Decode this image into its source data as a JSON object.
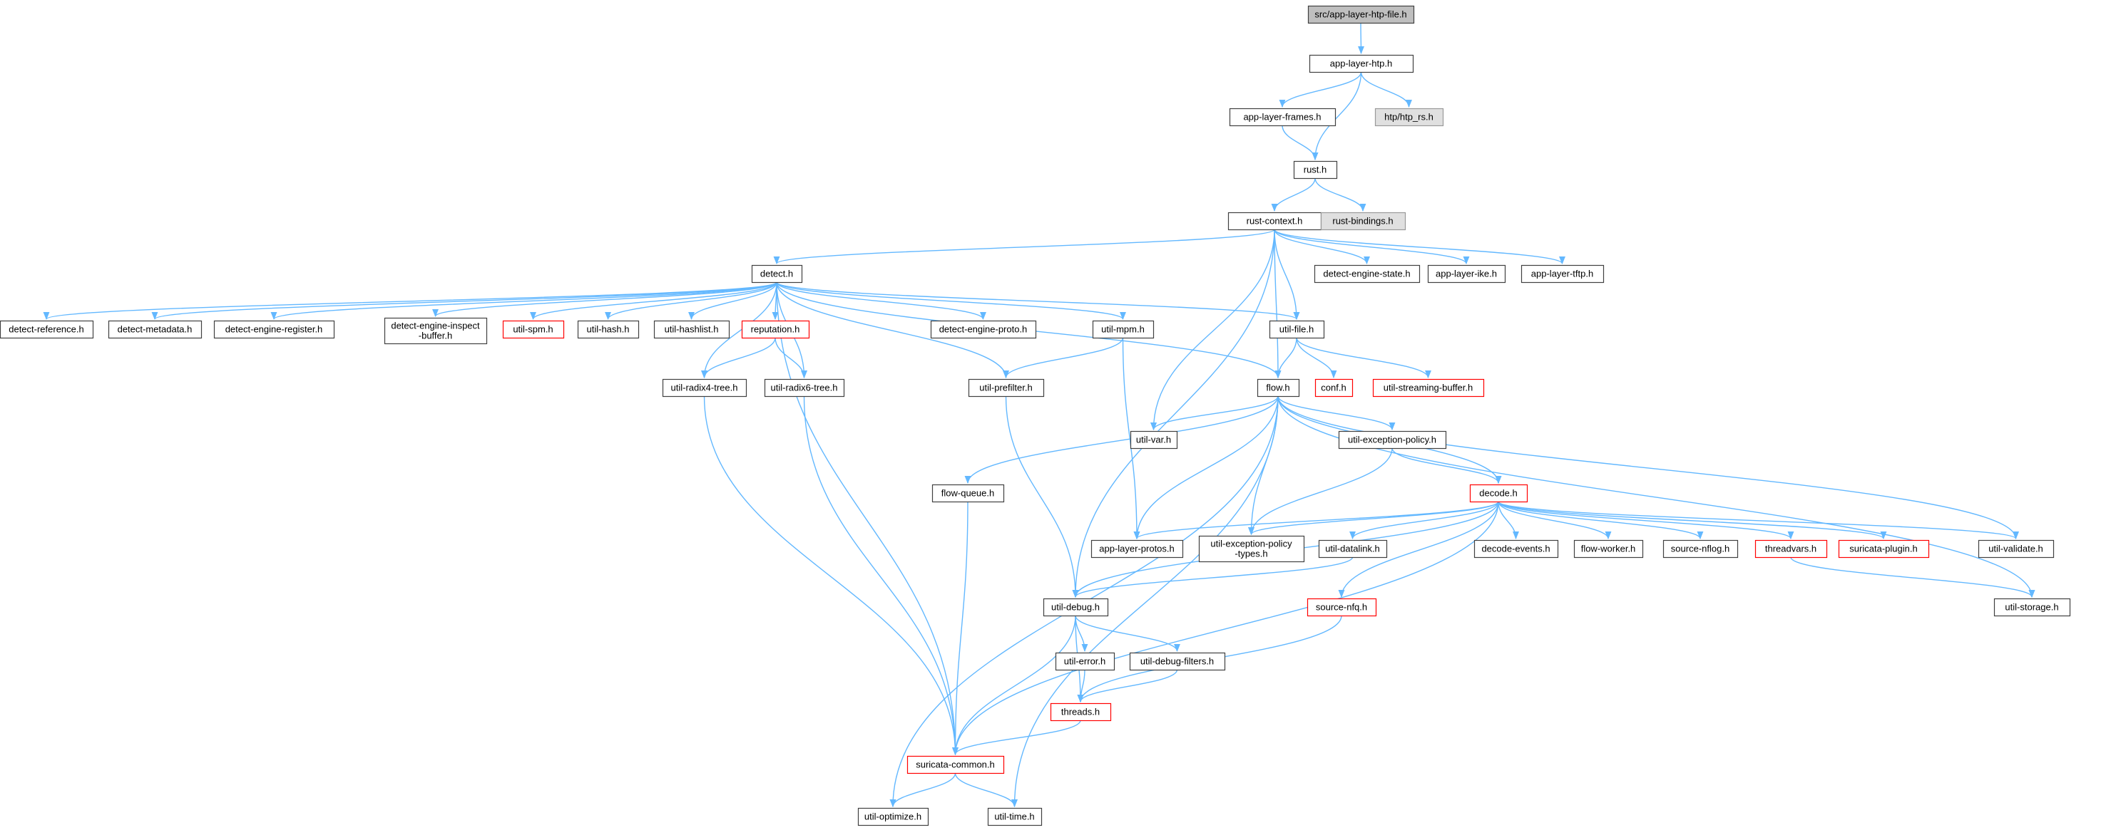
{
  "graph": {
    "styles": {
      "root": {
        "fill": "#bfbfbf",
        "stroke": "#404040"
      },
      "normal": {
        "fill": "#ffffff",
        "stroke": "#404040"
      },
      "ext": {
        "fill": "#e0e0e0",
        "stroke": "#999999"
      },
      "trunc": {
        "fill": "#ffffff",
        "stroke": "#ff0000"
      },
      "edge": "#63b8ff"
    },
    "nodes": [
      {
        "id": "root",
        "lines": [
          "src/app-layer-htp-file.h"
        ],
        "style": "root"
      },
      {
        "id": "htp",
        "lines": [
          "app-layer-htp.h"
        ],
        "style": "normal"
      },
      {
        "id": "frames",
        "lines": [
          "app-layer-frames.h"
        ],
        "style": "normal"
      },
      {
        "id": "htprs",
        "lines": [
          "htp/htp_rs.h"
        ],
        "style": "ext"
      },
      {
        "id": "rust",
        "lines": [
          "rust.h"
        ],
        "style": "normal"
      },
      {
        "id": "rustctx",
        "lines": [
          "rust-context.h"
        ],
        "style": "normal"
      },
      {
        "id": "rustbind",
        "lines": [
          "rust-bindings.h"
        ],
        "style": "ext"
      },
      {
        "id": "detect",
        "lines": [
          "detect.h"
        ],
        "style": "normal"
      },
      {
        "id": "destate",
        "lines": [
          "detect-engine-state.h"
        ],
        "style": "normal"
      },
      {
        "id": "ike",
        "lines": [
          "app-layer-ike.h"
        ],
        "style": "normal"
      },
      {
        "id": "tftp",
        "lines": [
          "app-layer-tftp.h"
        ],
        "style": "normal"
      },
      {
        "id": "dref",
        "lines": [
          "detect-reference.h"
        ],
        "style": "normal"
      },
      {
        "id": "dmeta",
        "lines": [
          "detect-metadata.h"
        ],
        "style": "normal"
      },
      {
        "id": "dereg",
        "lines": [
          "detect-engine-register.h"
        ],
        "style": "normal"
      },
      {
        "id": "deib",
        "lines": [
          "detect-engine-inspect",
          "-buffer.h"
        ],
        "style": "normal"
      },
      {
        "id": "spm",
        "lines": [
          "util-spm.h"
        ],
        "style": "trunc"
      },
      {
        "id": "uhash",
        "lines": [
          "util-hash.h"
        ],
        "style": "normal"
      },
      {
        "id": "uhashlist",
        "lines": [
          "util-hashlist.h"
        ],
        "style": "normal"
      },
      {
        "id": "reput",
        "lines": [
          "reputation.h"
        ],
        "style": "trunc"
      },
      {
        "id": "deproto",
        "lines": [
          "detect-engine-proto.h"
        ],
        "style": "normal"
      },
      {
        "id": "mpm",
        "lines": [
          "util-mpm.h"
        ],
        "style": "normal"
      },
      {
        "id": "ufile",
        "lines": [
          "util-file.h"
        ],
        "style": "normal"
      },
      {
        "id": "rad4",
        "lines": [
          "util-radix4-tree.h"
        ],
        "style": "normal"
      },
      {
        "id": "rad6",
        "lines": [
          "util-radix6-tree.h"
        ],
        "style": "normal"
      },
      {
        "id": "prefilter",
        "lines": [
          "util-prefilter.h"
        ],
        "style": "normal"
      },
      {
        "id": "flow",
        "lines": [
          "flow.h"
        ],
        "style": "normal"
      },
      {
        "id": "conf",
        "lines": [
          "conf.h"
        ],
        "style": "trunc"
      },
      {
        "id": "stream",
        "lines": [
          "util-streaming-buffer.h"
        ],
        "style": "trunc"
      },
      {
        "id": "uvar",
        "lines": [
          "util-var.h"
        ],
        "style": "normal"
      },
      {
        "id": "excpol",
        "lines": [
          "util-exception-policy.h"
        ],
        "style": "normal"
      },
      {
        "id": "flowq",
        "lines": [
          "flow-queue.h"
        ],
        "style": "normal"
      },
      {
        "id": "decode",
        "lines": [
          "decode.h"
        ],
        "style": "trunc"
      },
      {
        "id": "alprotos",
        "lines": [
          "app-layer-protos.h"
        ],
        "style": "normal"
      },
      {
        "id": "exptypes",
        "lines": [
          "util-exception-policy",
          "-types.h"
        ],
        "style": "normal"
      },
      {
        "id": "datalink",
        "lines": [
          "util-datalink.h"
        ],
        "style": "normal"
      },
      {
        "id": "devents",
        "lines": [
          "decode-events.h"
        ],
        "style": "normal"
      },
      {
        "id": "fworker",
        "lines": [
          "flow-worker.h"
        ],
        "style": "normal"
      },
      {
        "id": "nflog",
        "lines": [
          "source-nflog.h"
        ],
        "style": "normal"
      },
      {
        "id": "tvars",
        "lines": [
          "threadvars.h"
        ],
        "style": "trunc"
      },
      {
        "id": "plugin",
        "lines": [
          "suricata-plugin.h"
        ],
        "style": "trunc"
      },
      {
        "id": "uvalid",
        "lines": [
          "util-validate.h"
        ],
        "style": "normal"
      },
      {
        "id": "udebug",
        "lines": [
          "util-debug.h"
        ],
        "style": "normal"
      },
      {
        "id": "nfq",
        "lines": [
          "source-nfq.h"
        ],
        "style": "trunc"
      },
      {
        "id": "ustorage",
        "lines": [
          "util-storage.h"
        ],
        "style": "normal"
      },
      {
        "id": "uerror",
        "lines": [
          "util-error.h"
        ],
        "style": "normal"
      },
      {
        "id": "udbgf",
        "lines": [
          "util-debug-filters.h"
        ],
        "style": "normal"
      },
      {
        "id": "threads",
        "lines": [
          "threads.h"
        ],
        "style": "trunc"
      },
      {
        "id": "common",
        "lines": [
          "suricata-common.h"
        ],
        "style": "trunc"
      },
      {
        "id": "uopt",
        "lines": [
          "util-optimize.h"
        ],
        "style": "normal"
      },
      {
        "id": "utime",
        "lines": [
          "util-time.h"
        ],
        "style": "normal"
      }
    ],
    "edges": [
      [
        "root",
        "htp"
      ],
      [
        "htp",
        "frames"
      ],
      [
        "htp",
        "htprs"
      ],
      [
        "htp",
        "rust"
      ],
      [
        "frames",
        "rust"
      ],
      [
        "rust",
        "rustctx"
      ],
      [
        "rust",
        "rustbind"
      ],
      [
        "rustctx",
        "detect"
      ],
      [
        "rustctx",
        "destate"
      ],
      [
        "rustctx",
        "ike"
      ],
      [
        "rustctx",
        "tftp"
      ],
      [
        "rustctx",
        "ufile"
      ],
      [
        "rustctx",
        "flow"
      ],
      [
        "rustctx",
        "uvar"
      ],
      [
        "rustctx",
        "udebug"
      ],
      [
        "detect",
        "dref"
      ],
      [
        "detect",
        "dmeta"
      ],
      [
        "detect",
        "dereg"
      ],
      [
        "detect",
        "deib"
      ],
      [
        "detect",
        "spm"
      ],
      [
        "detect",
        "uhash"
      ],
      [
        "detect",
        "uhashlist"
      ],
      [
        "detect",
        "reput"
      ],
      [
        "detect",
        "deproto"
      ],
      [
        "detect",
        "mpm"
      ],
      [
        "detect",
        "ufile"
      ],
      [
        "detect",
        "rad4"
      ],
      [
        "detect",
        "rad6"
      ],
      [
        "detect",
        "prefilter"
      ],
      [
        "detect",
        "flow"
      ],
      [
        "detect",
        "common"
      ],
      [
        "reput",
        "rad4"
      ],
      [
        "reput",
        "rad6"
      ],
      [
        "mpm",
        "prefilter"
      ],
      [
        "mpm",
        "alprotos"
      ],
      [
        "ufile",
        "flow"
      ],
      [
        "ufile",
        "conf"
      ],
      [
        "ufile",
        "stream"
      ],
      [
        "flow",
        "uvar"
      ],
      [
        "flow",
        "excpol"
      ],
      [
        "flow",
        "flowq"
      ],
      [
        "flow",
        "decode"
      ],
      [
        "flow",
        "alprotos"
      ],
      [
        "flow",
        "exptypes"
      ],
      [
        "flow",
        "uvalid"
      ],
      [
        "flow",
        "ustorage"
      ],
      [
        "flow",
        "utime"
      ],
      [
        "flow",
        "uopt"
      ],
      [
        "excpol",
        "decode"
      ],
      [
        "excpol",
        "exptypes"
      ],
      [
        "decode",
        "alprotos"
      ],
      [
        "decode",
        "exptypes"
      ],
      [
        "decode",
        "datalink"
      ],
      [
        "decode",
        "devents"
      ],
      [
        "decode",
        "fworker"
      ],
      [
        "decode",
        "nflog"
      ],
      [
        "decode",
        "tvars"
      ],
      [
        "decode",
        "plugin"
      ],
      [
        "decode",
        "uvalid"
      ],
      [
        "decode",
        "udebug"
      ],
      [
        "decode",
        "nfq"
      ],
      [
        "decode",
        "common"
      ],
      [
        "datalink",
        "udebug"
      ],
      [
        "prefilter",
        "udebug"
      ],
      [
        "tvars",
        "ustorage"
      ],
      [
        "nfq",
        "threads"
      ],
      [
        "udebug",
        "uerror"
      ],
      [
        "udebug",
        "udbgf"
      ],
      [
        "udebug",
        "threads"
      ],
      [
        "udebug",
        "common"
      ],
      [
        "uerror",
        "threads"
      ],
      [
        "udbgf",
        "threads"
      ],
      [
        "threads",
        "common"
      ],
      [
        "flowq",
        "common"
      ],
      [
        "rad4",
        "common"
      ],
      [
        "rad6",
        "common"
      ],
      [
        "common",
        "uopt"
      ],
      [
        "common",
        "utime"
      ]
    ]
  }
}
